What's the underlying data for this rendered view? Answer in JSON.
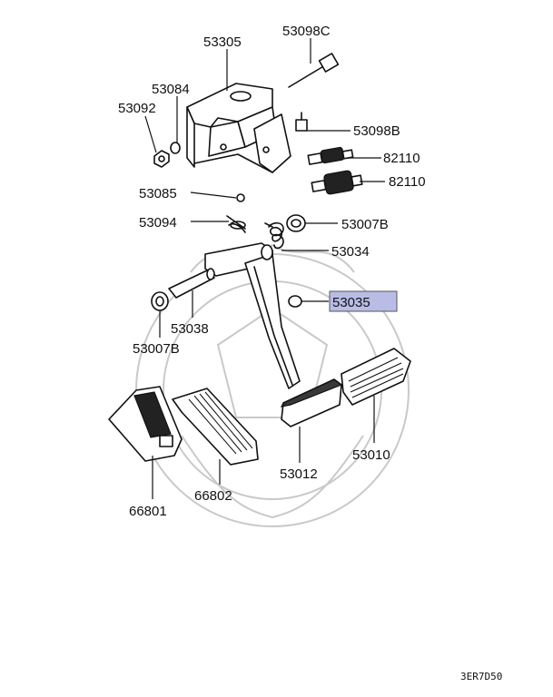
{
  "callouts": {
    "p53305": "53305",
    "p53098C": "53098C",
    "p53084": "53084",
    "p53092": "53092",
    "p53098B": "53098B",
    "p82110a": "82110",
    "p82110b": "82110",
    "p53085": "53085",
    "p53094": "53094",
    "p53007B_top": "53007B",
    "p53034": "53034",
    "p53035": "53035",
    "p53038": "53038",
    "p53007B_left": "53007B",
    "p53010": "53010",
    "p53012": "53012",
    "p66802": "66802",
    "p66801": "66801"
  },
  "highlight_color": "#b9bde6",
  "diagram_code": "3ER7D50"
}
